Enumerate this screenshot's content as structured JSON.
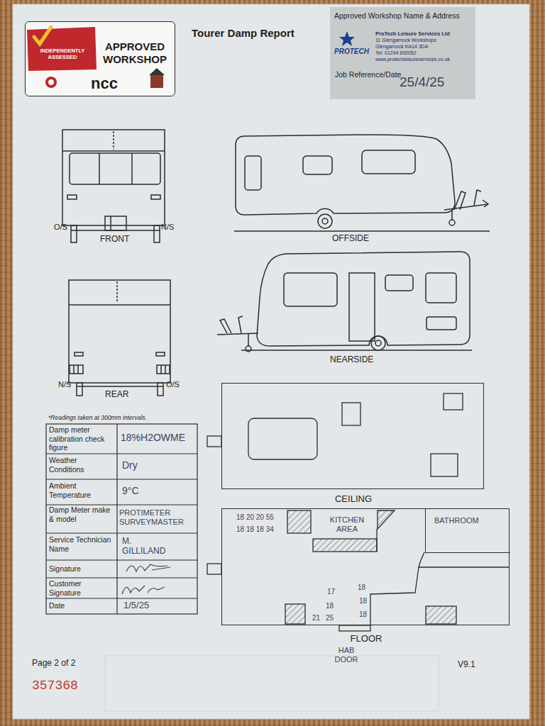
{
  "diagram": {
    "title": "Tourer Damp Report",
    "nodes": [
      {
        "text": [
          "INDEPENDENTLY ASSESSED",
          "APPROVED WORKSHOP",
          "ncc"
        ]
      },
      {
        "text": [
          "Approved Workshop Name & Address",
          "PROTECH",
          "ProTech Leisure Services Ltd",
          "11 Glengarnock Workshops",
          "Glengarnock KA14 3DA",
          "Tel: 01294 692052",
          "www.protechleisureservices.co.uk",
          "Job Reference/Date",
          "25/4/25"
        ]
      },
      {
        "text": [
          "CEILING"
        ]
      },
      {
        "text": [
          "FLOOR"
        ]
      },
      {
        "text": [
          "KITCHEN AREA"
        ],
        "in": 3
      },
      {
        "text": [
          "BATHROOM"
        ],
        "in": 3
      }
    ],
    "labels": [
      "O/S",
      "FRONT",
      "N/S",
      "OFFSIDE",
      "NEARSIDE",
      "N/S",
      "REAR",
      "O/S",
      "*Readings taken at 300mm intervals.",
      "Damp meter calibration check figure",
      "18%H2OWME",
      "Weather Conditions",
      "Dry",
      "Ambient Temperature",
      "9°C",
      "Damp Meter make & model",
      "PROTIMETER SURVEYMASTER",
      "Service Technician Name",
      "M. GILLILAND",
      "Signature",
      "Customer Signature",
      "Date",
      "1/5/25",
      "18 20 20 55",
      "18 18 18 34",
      "17",
      "18",
      "18",
      "18",
      "18",
      "21",
      "25",
      "HAB DOOR",
      "Page 2 of 2",
      "357368",
      "V9.1"
    ]
  }
}
